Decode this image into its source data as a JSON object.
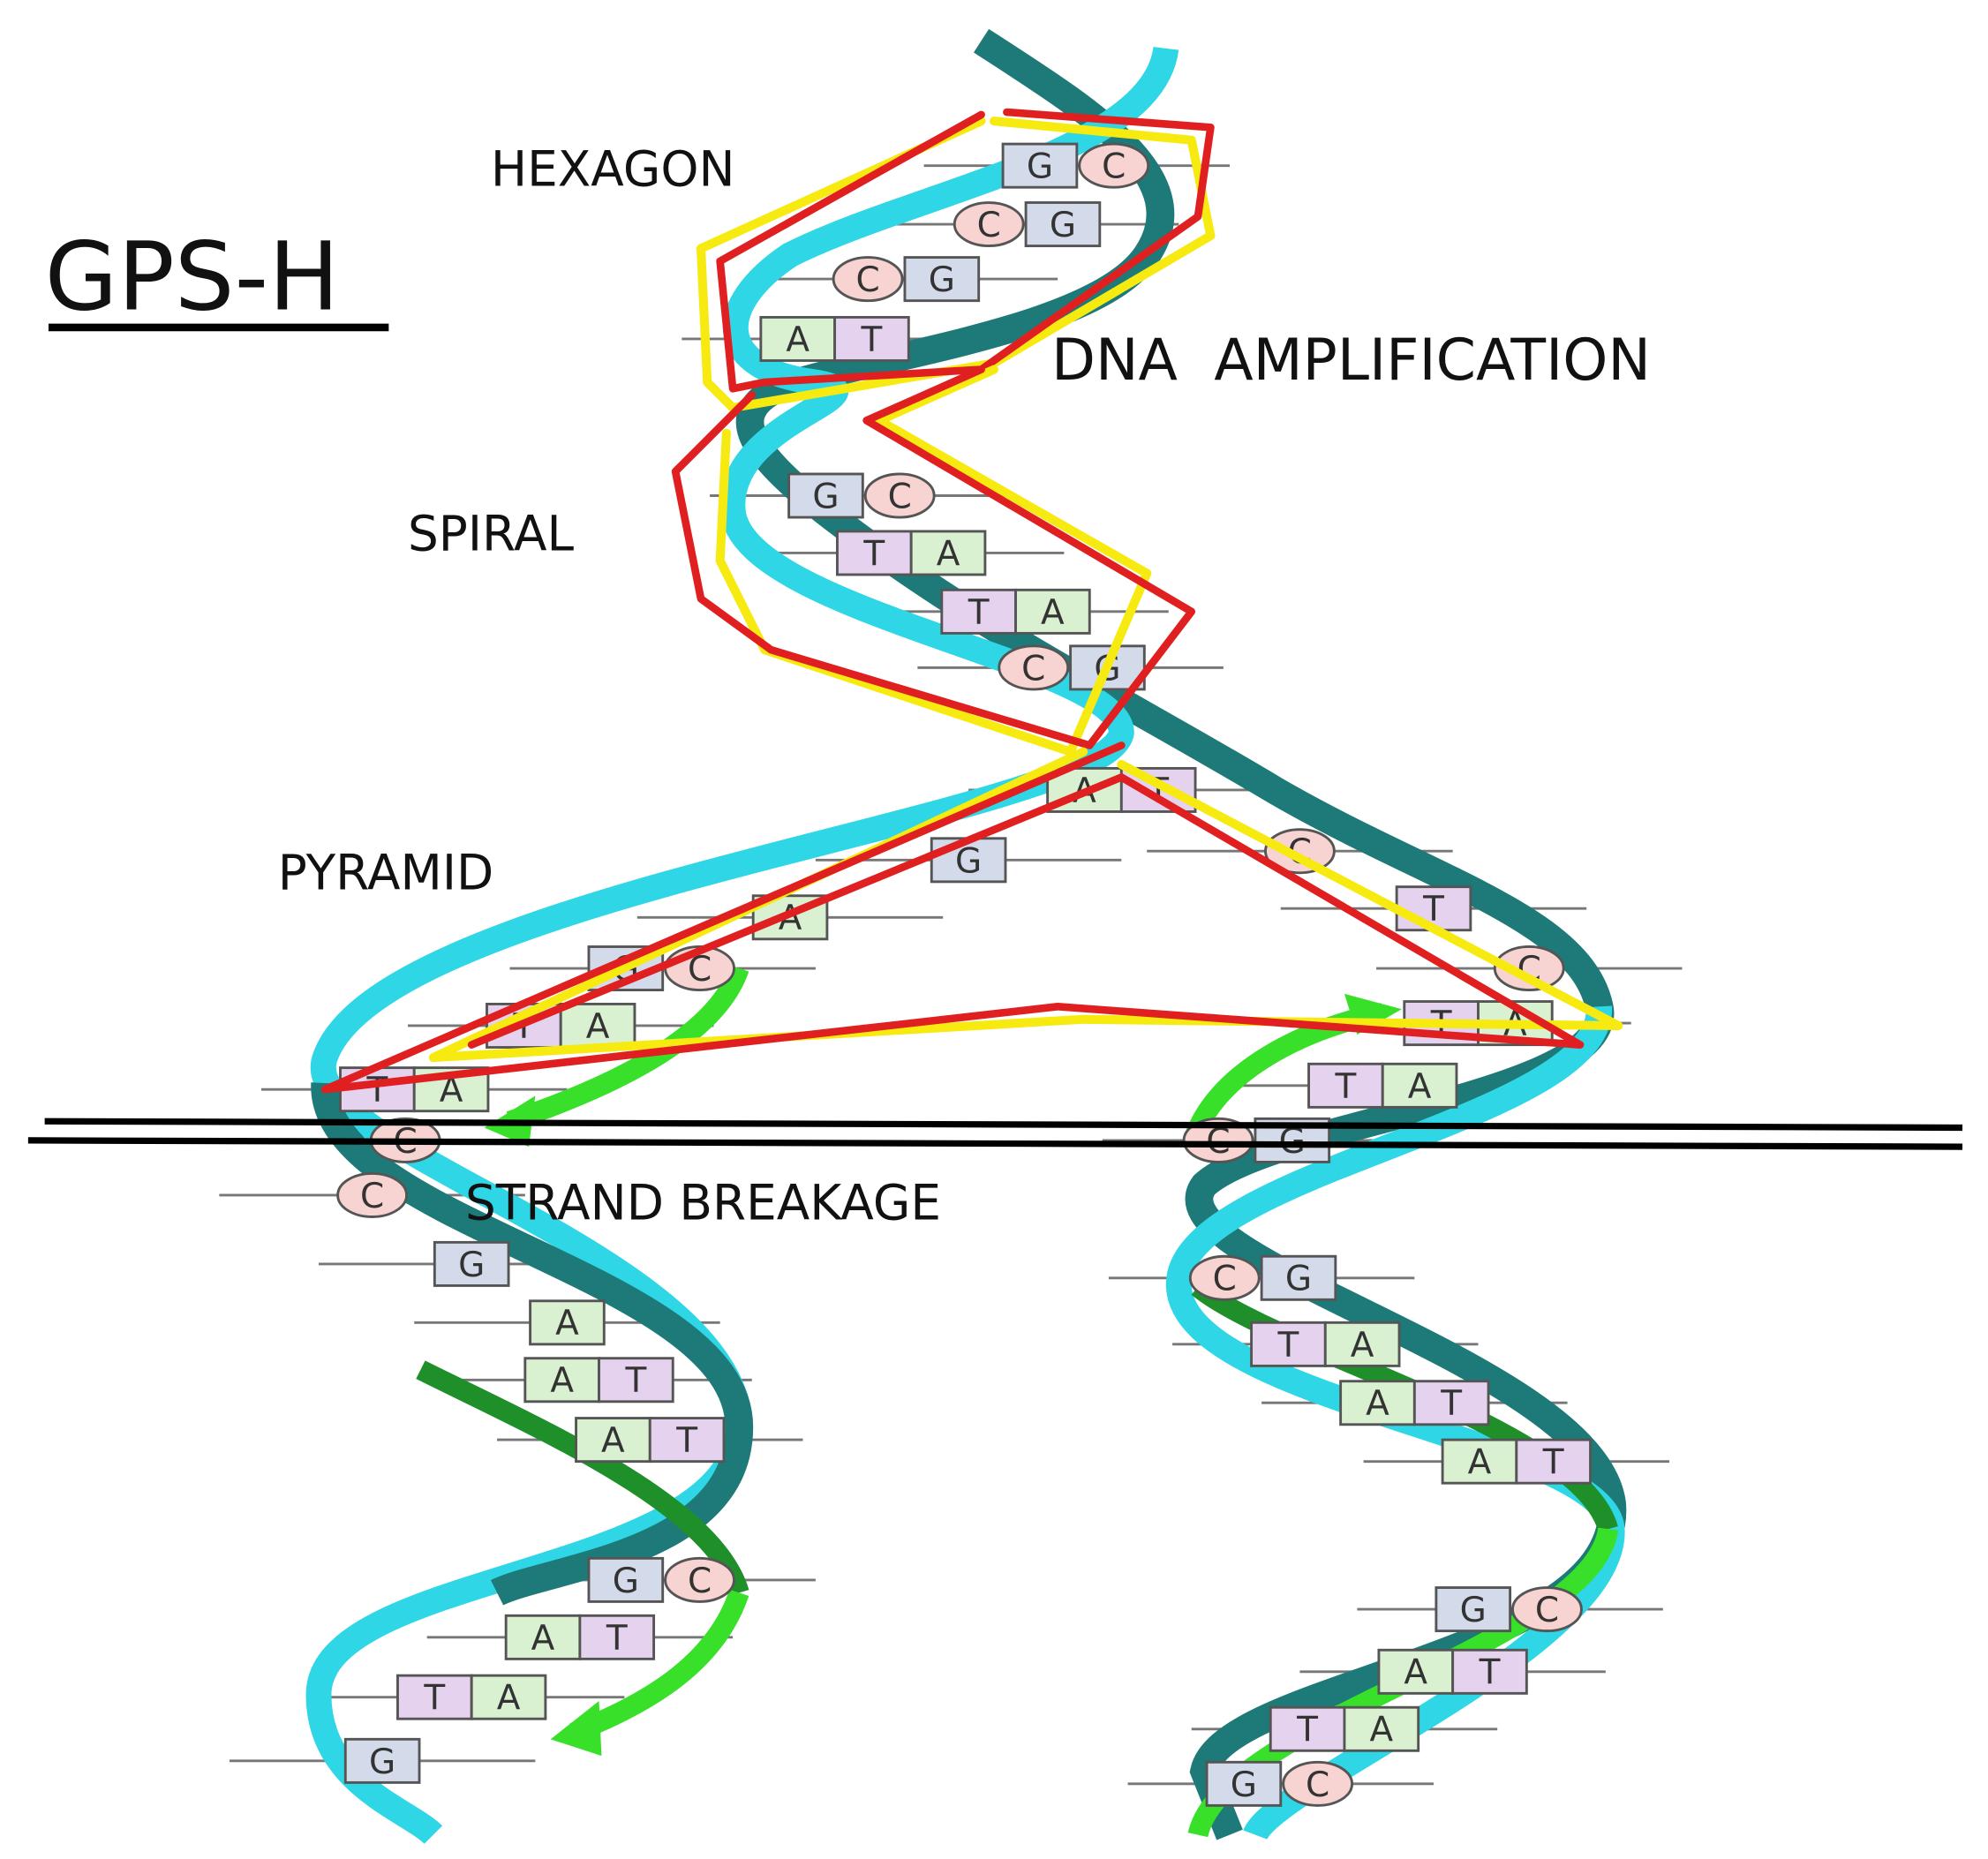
{
  "title": "GPS-H",
  "labels": {
    "hexagon": "HEXAGON",
    "dna_amplification": "DNA  AMPLIFICATION",
    "spiral": "SPIRAL",
    "pyramid": "PYRAMID",
    "strand_breakage": "STRAND BREAKAGE"
  },
  "colors": {
    "strand_dark": "#1e7a78",
    "strand_light": "#2fd6e6",
    "new_strand_light": "#39e02a",
    "new_strand_dark": "#1f8f2a",
    "annotation_red": "#e02020",
    "annotation_yellow": "#f7ea10",
    "base_G": "#d3dbea",
    "base_C": "#f7d3d1",
    "base_A": "#d9f1d0",
    "base_T": "#e5d2ee"
  },
  "base_pairs": [
    "GC",
    "CG",
    "CG",
    "AT",
    "GC",
    "TA",
    "TA",
    "CG",
    "AT",
    "G",
    "C",
    "A",
    "T",
    "GC",
    "C",
    "TA",
    "TA",
    "TA",
    "TA",
    "C",
    "CG",
    "C",
    "G",
    "A",
    "AT",
    "AT",
    "GC",
    "AT",
    "TA",
    "G",
    "CG",
    "TA",
    "AT",
    "AT",
    "GC",
    "AT",
    "TA",
    "GC"
  ]
}
